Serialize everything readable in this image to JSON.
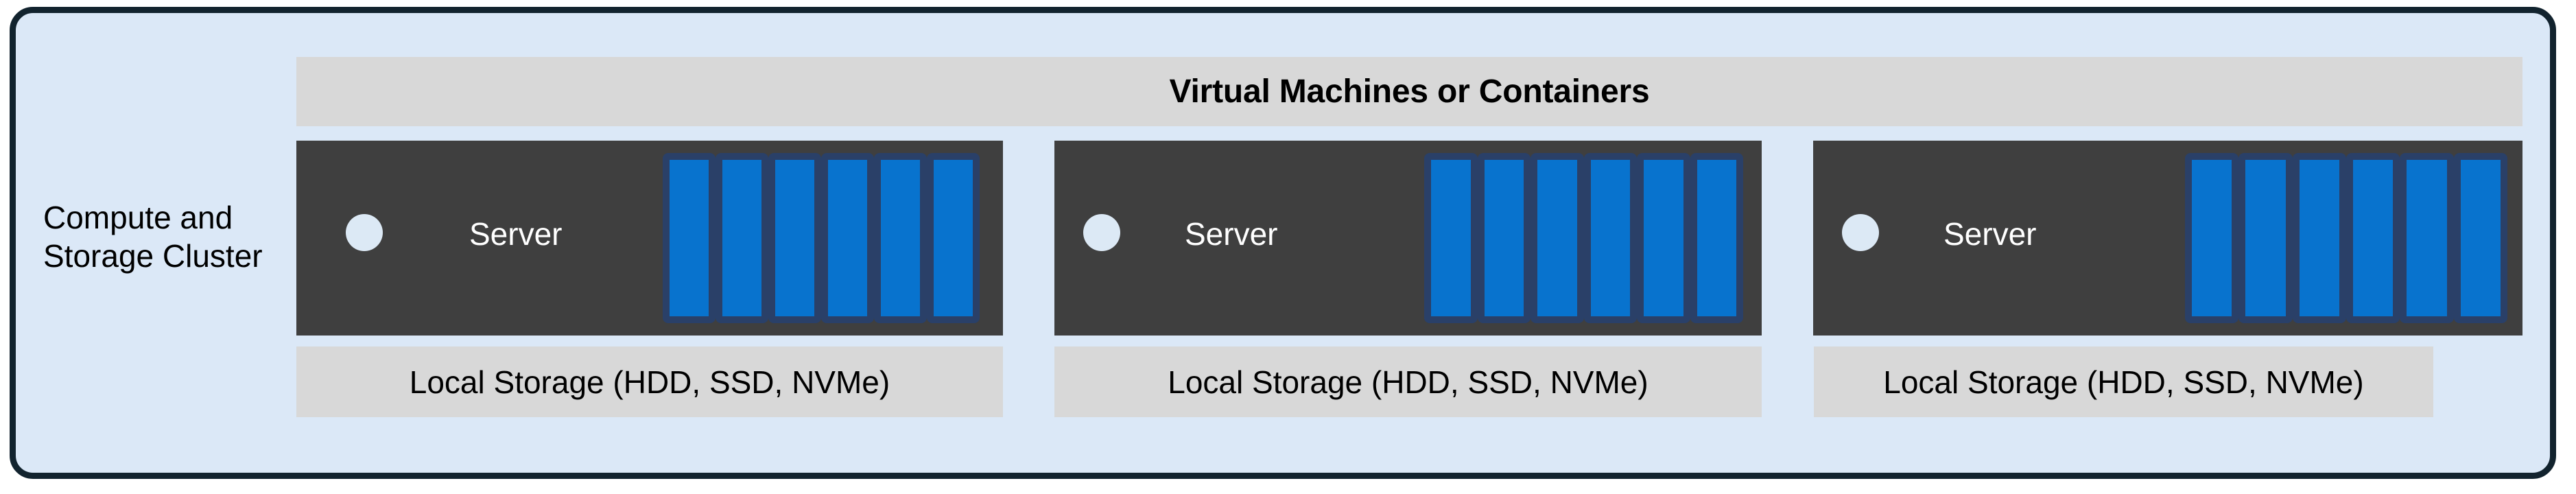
{
  "diagram": {
    "title_label": "Compute and Storage Cluster",
    "colors": {
      "frame_border": "#12232e",
      "frame_fill": "#dbe8f7",
      "banner_fill": "#d8d8d8",
      "server_fill": "#3f3f3f",
      "disk_fill": "#0873ce",
      "disk_border": "#2a4068",
      "dot_fill": "#dce9f5",
      "server_text": "#ffffff"
    }
  },
  "cluster": {
    "label_line_1": "Compute and",
    "label_line_2": "Storage Cluster",
    "label": "Compute and\nStorage Cluster"
  },
  "banner": {
    "text": "Virtual Machines or Containers"
  },
  "servers": [
    {
      "name": "Server",
      "status_indicator": "power-dot",
      "disk_count": 6,
      "storage_label": "Local Storage (HDD, SSD, NVMe)"
    },
    {
      "name": "Server",
      "status_indicator": "power-dot",
      "disk_count": 6,
      "storage_label": "Local Storage (HDD, SSD, NVMe)"
    },
    {
      "name": "Server",
      "status_indicator": "power-dot",
      "disk_count": 6,
      "storage_label": "Local Storage (HDD, SSD, NVMe)"
    }
  ]
}
